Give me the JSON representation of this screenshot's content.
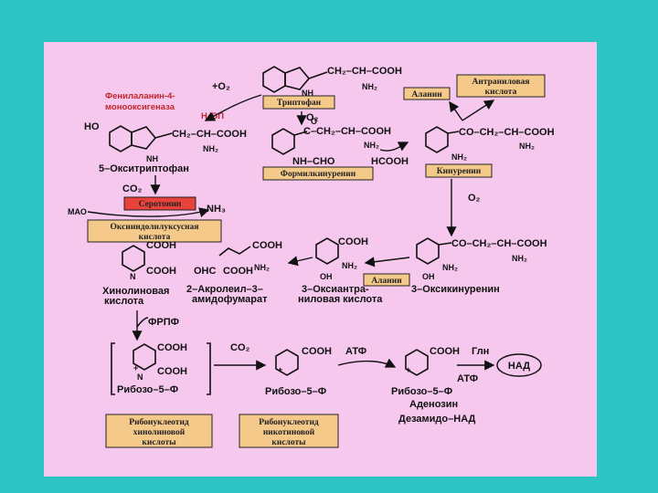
{
  "labels": {
    "trp_chain": "CH₂–CH–COOH",
    "trp_nh2": "NH₂",
    "trp_nh": "NH",
    "o2_top": "+O₂",
    "enzyme_hydroxylase": "Фенилаланин-4-монооксигеназа",
    "h4bp": "H₄БП",
    "ho": "HO",
    "oht_chain": "CH₂–CH–COOH",
    "oht_nh2": "NH₂",
    "oht_nh": "NH",
    "oht_name": "5–Окситриптофан",
    "co2_1": "CO₂",
    "mao": "МАО",
    "nh3": "NH₃",
    "o2_mid": "O₂",
    "fk_chain": "C–CH₂–CH–COOH",
    "fk_o": "O",
    "fk_nh2": "NH₂",
    "fk_nhcho": "NH–CHO",
    "hcooh": "HCOOH",
    "kyn_chain": "CO–CH₂–CH–COOH",
    "kyn_nh2": "NH₂",
    "kyn_nh2b": "NH₂",
    "o2_right": "O₂",
    "ohk_chain": "CO–CH₂–CH–COOH",
    "ohk_nh2": "NH₂",
    "ohk_nh2b": "NH₂",
    "ohk_oh": "OH",
    "ohk_name": "3–Оксикинуренин",
    "oha_cooh": "COOH",
    "oha_nh2": "NH₂",
    "oha_oh": "OH",
    "oha_name": "3–Оксиантра-\nниловая кислота",
    "acro_cooh": "COOH",
    "acro_nh2": "NH₂",
    "acro_ohc": "OHC",
    "acro_cooh2": "COOH",
    "acro_name": "2–Акролеил–3–\nамидофумарат",
    "quin_cooh": "COOH",
    "quin_cooh2": "COOH",
    "quin_n": "N",
    "quin_name": "Хинолиновая\nкислота",
    "frpf": "ФРПФ",
    "nmn1_cooh": "COOH",
    "nmn1_cooh2": "COOH",
    "nmn1_n": "N",
    "plus": "+",
    "ribose": "Рибозо–5–Ф",
    "co2_2": "CO₂",
    "nmn2_cooh": "COOH",
    "atf1": "АТФ",
    "nmn3_cooh": "COOH",
    "gln": "Глн",
    "atf2": "АТФ",
    "adenosine": "Аденозин",
    "deamido": "Дезамидо–НАД",
    "nad": "НАД"
  },
  "boxes": {
    "tryptophan": "Триптофан",
    "anthranilic": "Антраниловая\nкислота",
    "alanine1": "Аланин",
    "serotonin": "Серотонин",
    "oxyindolacetic": "Оксииндолилуксусная\nкислота",
    "formylkynurenine": "Формилкинуренин",
    "kynurenine": "Кинуренин",
    "alanine2": "Аланин",
    "rn_quinolinic": "Рибонуклеотид\nхинолиновой\nкислоты",
    "rn_nicotinic": "Рибонуклеотид\nникотиновой\nкислоты"
  },
  "colors": {
    "background": "#2ec4c4",
    "slide": "#f6c8ee",
    "yellow_box": "#f4c98a",
    "red_box": "#e8433a",
    "red_text": "#c0262a"
  }
}
